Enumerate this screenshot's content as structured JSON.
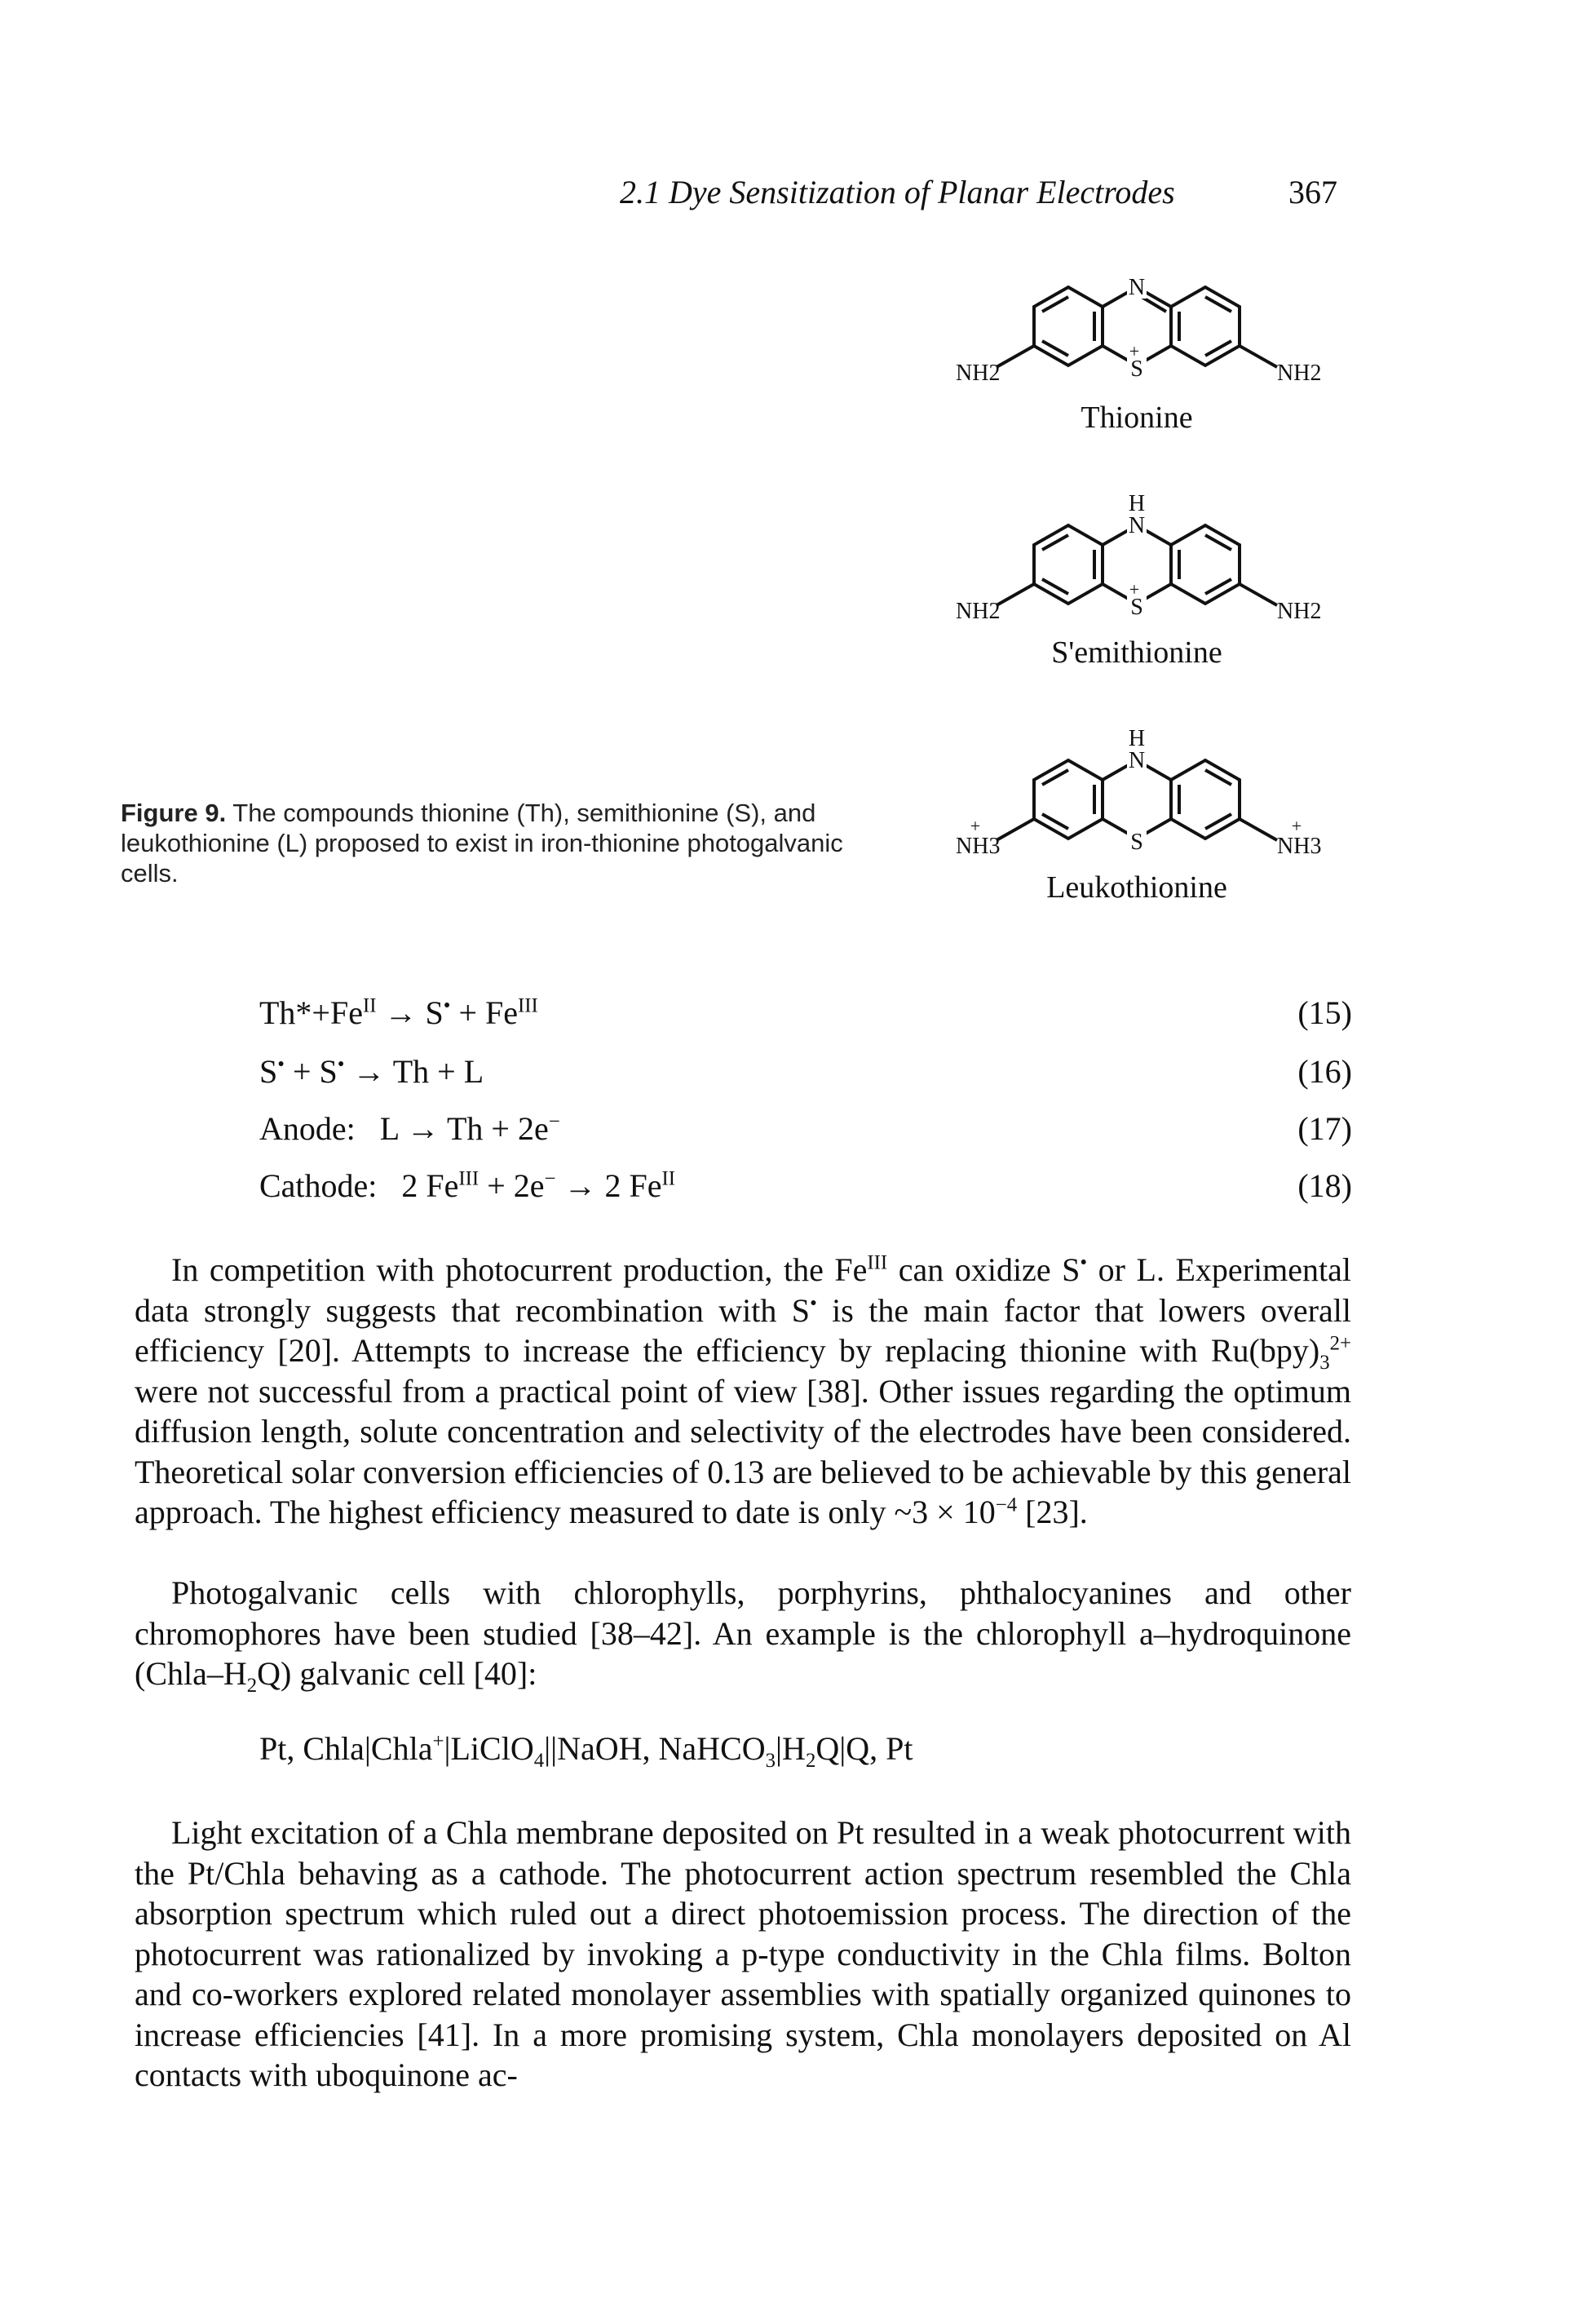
{
  "header": {
    "section": "2.1 Dye Sensitization of Planar Electrodes",
    "page": "367"
  },
  "figure": {
    "molecules": [
      {
        "name": "Thionine",
        "ring_atoms": {
          "top": "N",
          "bottom": "S",
          "left": "NH2",
          "right": "NH2"
        }
      },
      {
        "name": "S'emithionine",
        "ring_atoms": {
          "top": "N",
          "top_h": "H",
          "bottom": "S",
          "left": "NH2",
          "right": "NH2"
        }
      },
      {
        "name": "Leukothionine",
        "ring_atoms": {
          "top": "N",
          "top_h": "H",
          "bottom": "S",
          "left": "NH3",
          "right": "NH3"
        }
      }
    ],
    "caption_label": "Figure 9.",
    "caption_text": " The compounds thionine (Th), semithionine (S), and leukothionine (L) proposed to exist in iron-thionine photogalvanic cells."
  },
  "equations": [
    {
      "number": "(15)"
    },
    {
      "number": "(16)"
    },
    {
      "number": "(17)"
    },
    {
      "number": "(18)"
    }
  ],
  "paragraphs": {
    "p1": "In competition with photocurrent production, the Fe",
    "p1_sup": "III",
    "p1b": " can oxidize S",
    "p1c": " or L. Experimental data strongly suggests that recombination with S",
    "p1d": " is the main factor that lowers overall efficiency [20]. Attempts to increase the efficiency by replacing thionine with Ru(bpy)",
    "p1e": " were not successful from a practical point of view [38]. Other issues regarding the optimum diffusion length, solute concentration and selectivity of the electrodes have been considered. Theoretical solar conversion efficiencies of 0.13 are believed to be achievable by this general approach. The highest efficiency measured to date is only ~3 × 10",
    "p1f": " [23].",
    "p2": "Photogalvanic cells with chlorophylls, porphyrins, phthalocyanines and other chromophores have been studied [38–42]. An example is the chlorophyll a–hydroquinone (Chla–H2Q) galvanic cell [40]:",
    "p3": "Light excitation of a Chla membrane deposited on Pt resulted in a weak photocurrent with the Pt/Chla behaving as a cathode. The photocurrent action spectrum resembled the Chla absorption spectrum which ruled out a direct photoemission process. The direction of the photocurrent was rationalized by invoking a p-type conductivity in the Chla films. Bolton and co-workers explored related monolayer assemblies with spatially organized quinones to increase efficiencies [41]. In a more promising system, Chla monolayers deposited on Al contacts with uboquinone ac-"
  }
}
